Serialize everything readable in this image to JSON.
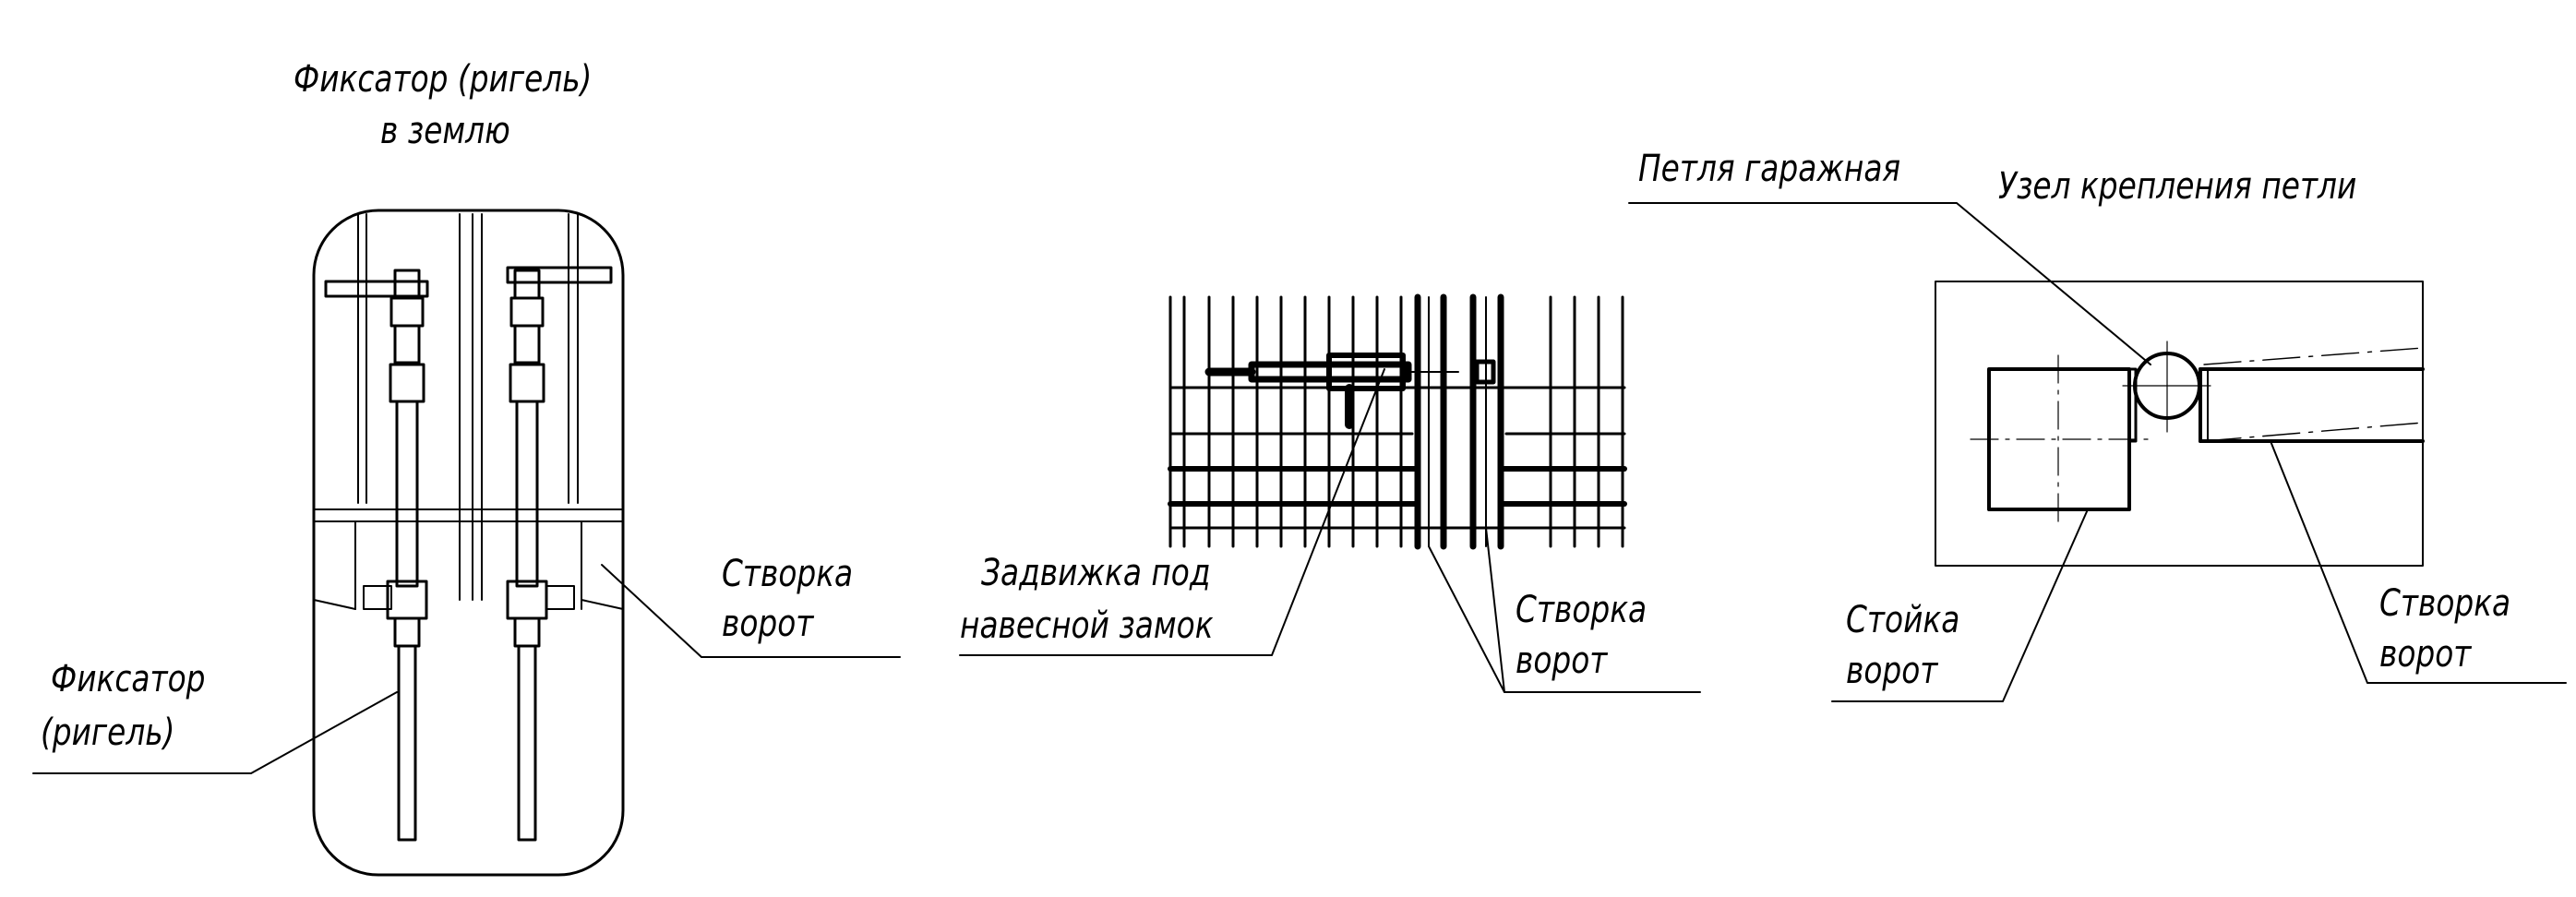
{
  "colors": {
    "ink": "#000000",
    "paper": "#ffffff"
  },
  "drawing1": {
    "title_line1": "Фиксатор (ригель)",
    "title_line2": "в землю",
    "left_label_line1": "Фиксатор",
    "left_label_line2": "(ригель)",
    "right_label_line1": "Створка",
    "right_label_line2": "ворот"
  },
  "drawing2": {
    "latch_label_line1": "Задвижка под",
    "latch_label_line2": "навесной замок",
    "leaf_label_line1": "Створка",
    "leaf_label_line2": "ворот"
  },
  "drawing3": {
    "hinge_label": "Петля гаражная",
    "node_label": "Узел крепления петли",
    "post_label_line1": "Стойка",
    "post_label_line2": "ворот",
    "leaf_label_line1": "Створка",
    "leaf_label_line2": "ворот"
  }
}
